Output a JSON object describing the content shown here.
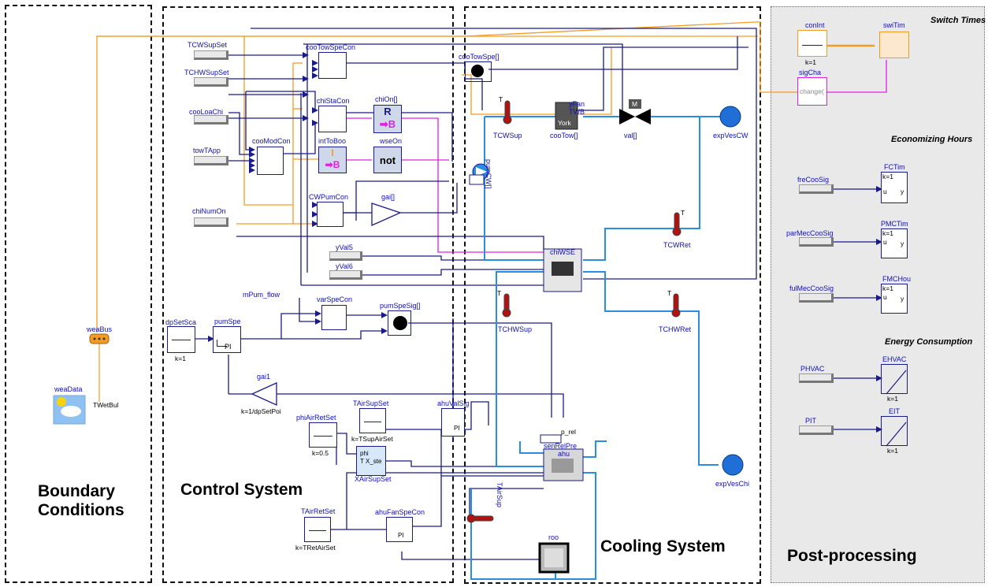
{
  "regions": {
    "boundary": "Boundary Conditions",
    "control": "Control System",
    "cooling": "Cooling System",
    "post": "Post-processing"
  },
  "post_headers": {
    "switch_times": "Switch Times",
    "economizing": "Economizing Hours",
    "energy": "Energy Consumption"
  },
  "boundary": {
    "weaBus": "weaBus",
    "weaData": "weaData",
    "TWetBul": "TWetBul"
  },
  "control": {
    "TCWSupSet": "TCWSupSet",
    "TCHWSupSet": "TCHWSupSet",
    "cooLoaChi": "cooLoaChi",
    "towTApp": "towTApp",
    "chiNumOn": "chiNumOn",
    "cooTowSpeCon": "cooTowSpeCon",
    "chiStaCon": "chiStaCon",
    "cooModCon": "cooModCon",
    "CWPumCon": "CWPumCon",
    "chiOn": "chiOn[]",
    "intToBoo": "intToBoo",
    "wseOn": "wseOn",
    "not_text": "not",
    "R_text": "R",
    "B_text": "B",
    "I_text": "I",
    "gai": "gai[]",
    "yVal5": "yVal5",
    "yVal6": "yVal6",
    "mPum_flow": "mPum_flow",
    "varSpeCon": "varSpeCon",
    "pumSpeSig": "pumSpeSig[]",
    "dpSetSca": "dpSetSca",
    "k1": "k=1",
    "pumSpe": "pumSpe",
    "PI": "PI",
    "gai1": "gai1",
    "gai1_k": "k=1/dpSetPoi",
    "TAirSupSet": "TAirSupSet",
    "TAirSupSet_k": "k=TSupAirSet",
    "phiAirRetSet": "phiAirRetSet",
    "phiAirRetSet_k": "k=0.5",
    "ahuValSig": "ahuValSig",
    "XAirSupSet": "XAirSupSet",
    "phi": "phi",
    "T_Xste": "T X_ste",
    "TAirRetSet": "TAirRetSet",
    "TAirRetSet_k": "k=TRetAirSet",
    "ahuFanSpeCon": "ahuFanSpeCon"
  },
  "cooling": {
    "cooTowSpe": "cooTowSpe[]",
    "TCWSup": "TCWSup",
    "cooTow": "cooTow[]",
    "York": "York",
    "yFan": "yFan",
    "TWB": "TWB",
    "val": "val[]",
    "M": "M",
    "expVesCW": "expVesCW",
    "pumCW": "pumCW[]",
    "TCWRet": "TCWRet",
    "chiWSE": "chiWSE",
    "TCHWSup": "TCHWSup",
    "TCHWRet": "TCHWRet",
    "senRelPre": "senRelPre",
    "p_rel": "p_rel",
    "ahu": "ahu",
    "expVesChi": "expVesChi",
    "TAirSup": "TAirSup",
    "roo": "roo",
    "T": "T"
  },
  "post": {
    "conInt": "conInt",
    "conInt_k": "k=1",
    "swiTim": "swiTim",
    "sigCha": "sigCha",
    "change": "change(",
    "freCooSig": "freCooSig",
    "FCTim": "FCTim",
    "parMecCooSig": "parMecCooSig",
    "PMCTim": "PMCTim",
    "fulMecCooSig": "fulMecCooSig",
    "FMCHou": "FMCHou",
    "k1": "k=1",
    "u": "u",
    "y": "y",
    "PHVAC": "PHVAC",
    "EHVAC": "EHVAC",
    "PIT": "PIT",
    "EIT": "EIT"
  },
  "colors": {
    "signal": "#1a1a8a",
    "integer": "#f39c24",
    "boolean": "#e020e0",
    "fluid": "#2a8de0",
    "post_bg": "#e9e9e9"
  }
}
